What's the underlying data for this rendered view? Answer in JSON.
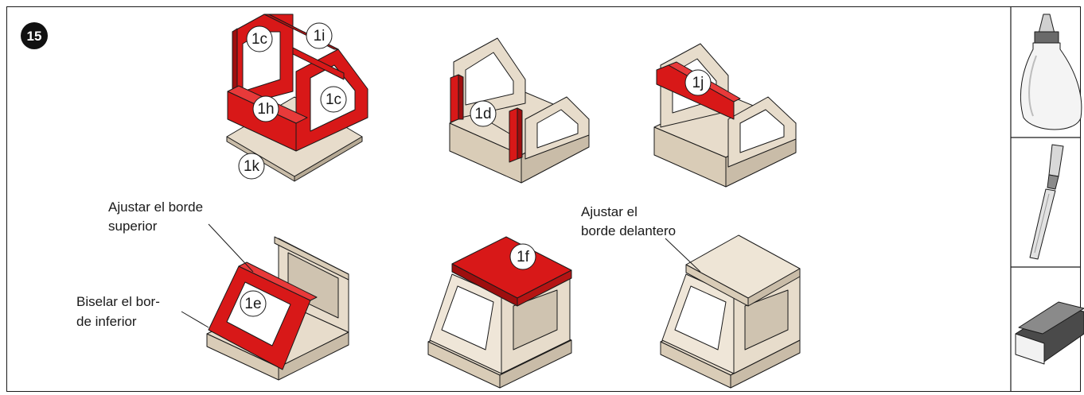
{
  "step": {
    "number": "15"
  },
  "parts": {
    "p1c_a": "1c",
    "p1i": "1i",
    "p1h": "1h",
    "p1c_b": "1c",
    "p1k": "1k",
    "p1d": "1d",
    "p1j": "1j",
    "p1e": "1e",
    "p1f": "1f"
  },
  "notes": {
    "top_edge_line1": "Ajustar el borde",
    "top_edge_line2": "superior",
    "bevel_line1": "Biselar el bor-",
    "bevel_line2": "de inferior",
    "front_edge_line1": "Ajustar el",
    "front_edge_line2": "borde delantero"
  },
  "tools": [
    "glue-bottle-icon",
    "file-tool-icon",
    "sanding-block-icon"
  ],
  "colors": {
    "highlight": "#d81818",
    "wood": "#e7dccb",
    "wood_dark": "#c9bca8",
    "line": "#1a1a1a"
  }
}
